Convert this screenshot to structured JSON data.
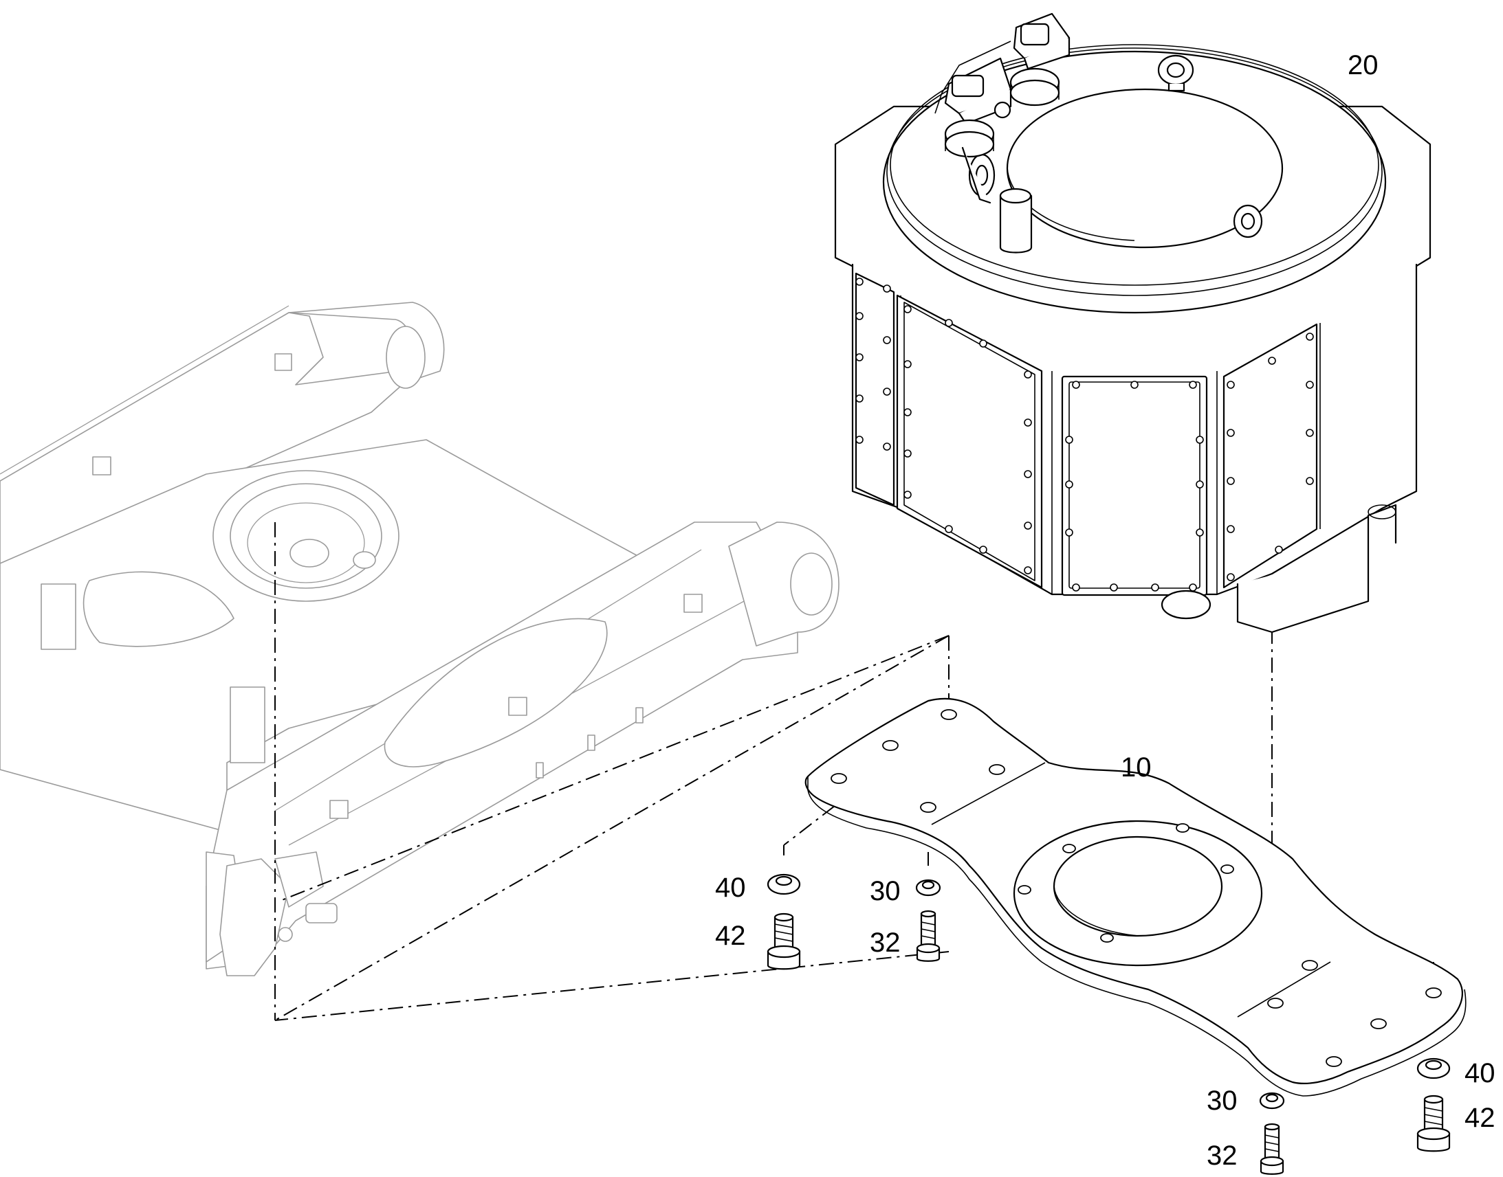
{
  "diagram": {
    "type": "exploded-assembly",
    "line_color": "#000000",
    "background_color": "#ffffff",
    "frame_line_color": "#9a9a9a"
  },
  "callouts": {
    "c20": "20",
    "c10": "10",
    "c40_left": "40",
    "c42_left": "42",
    "c30_mid": "30",
    "c32_mid": "32",
    "c40_right": "40",
    "c42_right": "42",
    "c30_bottom": "30",
    "c32_bottom": "32"
  }
}
